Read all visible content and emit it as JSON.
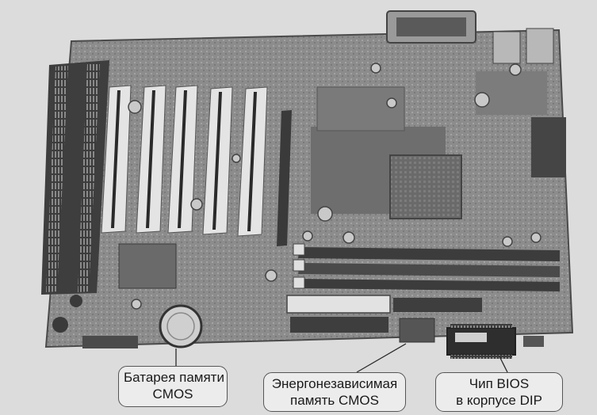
{
  "photo": {
    "subject": "motherboard-photo"
  },
  "callouts": {
    "battery": {
      "line1": "Батарея памяти",
      "line2": "CMOS"
    },
    "cmos_memory": {
      "line1": "Энергонезависимая",
      "line2": "память CMOS"
    },
    "bios_chip": {
      "line1": "Чип BIOS",
      "line2": "в корпусе DIP"
    }
  },
  "colors": {
    "background": "#dcdcdc",
    "board": "#8e8e8e",
    "slot": "#e4e4e4",
    "callout_border": "#555555"
  }
}
